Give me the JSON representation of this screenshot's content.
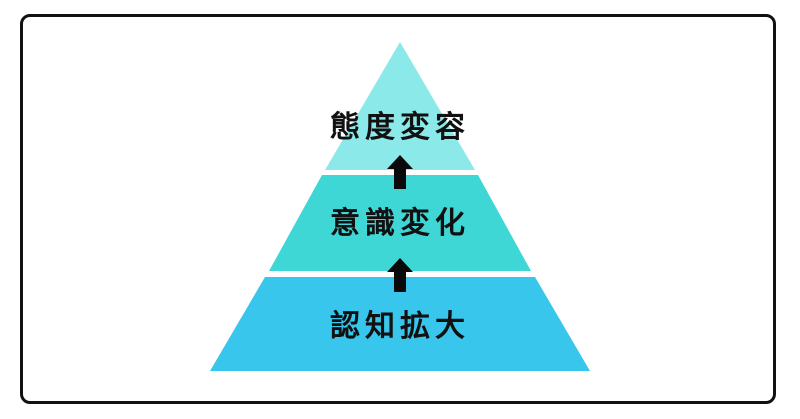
{
  "diagram": {
    "tiers": [
      {
        "label": "態度変容",
        "color": "#8ce9ea"
      },
      {
        "label": "意識変化",
        "color": "#3fd7d6"
      },
      {
        "label": "認知拡大",
        "color": "#38c6ec"
      }
    ],
    "arrow_color": "#0a0a0a",
    "frame_border_color": "#111111"
  }
}
